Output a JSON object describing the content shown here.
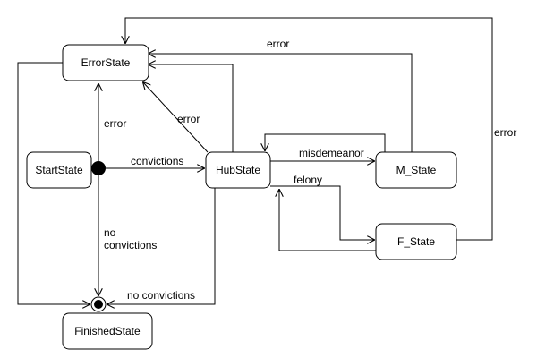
{
  "states": {
    "error": "ErrorState",
    "start": "StartState",
    "hub": "HubState",
    "m": "M_State",
    "f": "F_State",
    "finished": "FinishedState"
  },
  "edge_labels": {
    "error_m_to_error": "error",
    "error_f_to_error": "error",
    "error_hub_to_error": "error",
    "error_start_to_error": "error",
    "convictions": "convictions",
    "misdemeanor": "misdemeanor",
    "felony": "felony",
    "no_convictions_start": "no\nconvictions",
    "no_convictions_hub": "no convictions"
  },
  "colors": {
    "stroke": "#000000",
    "background": "#ffffff"
  }
}
